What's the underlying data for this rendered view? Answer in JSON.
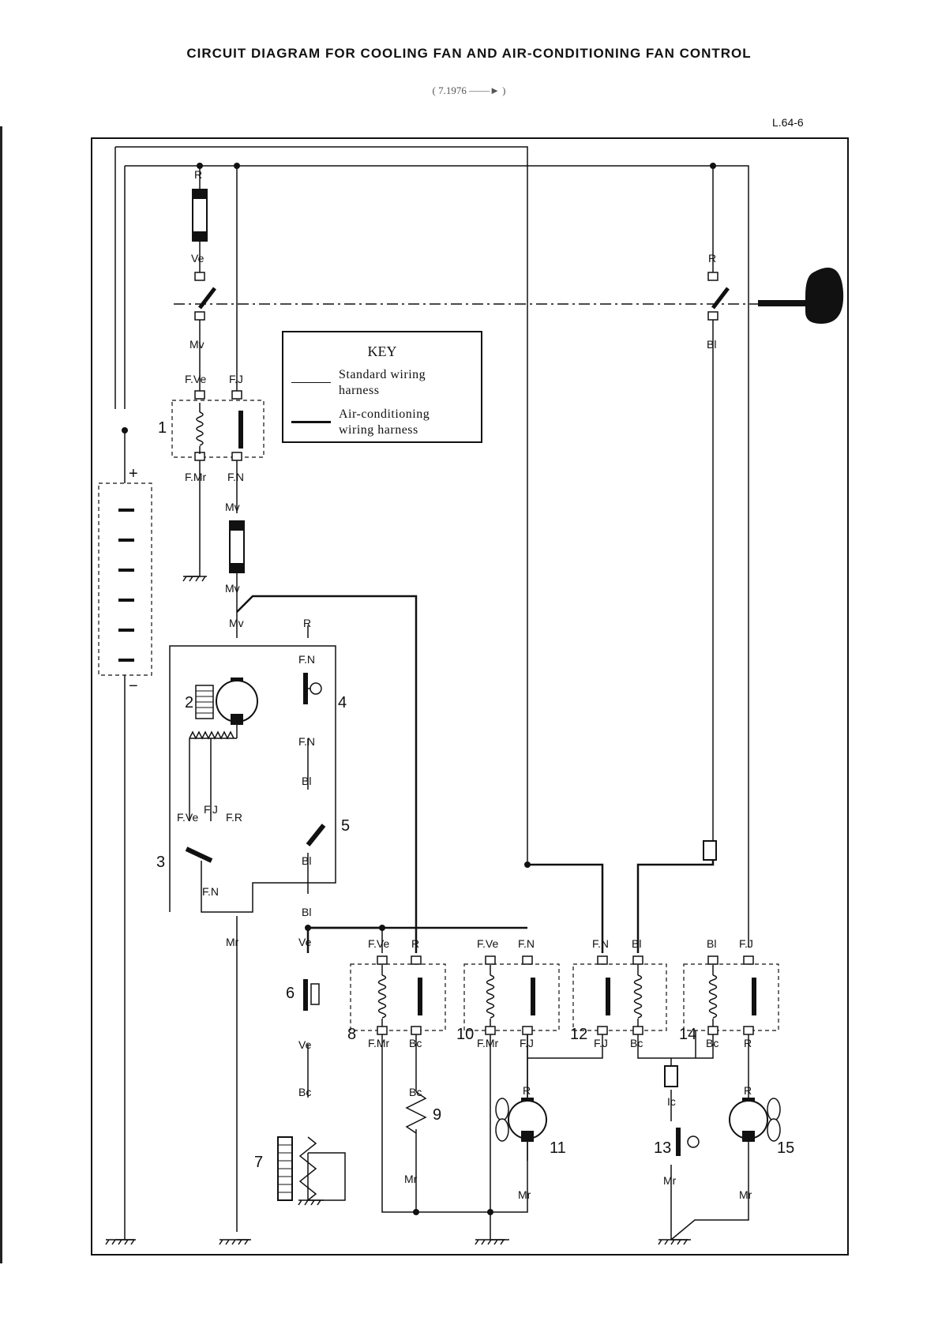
{
  "title": "CIRCUIT DIAGRAM FOR COOLING FAN AND AIR-CONDITIONING FAN CONTROL",
  "subtitle": "( 7.1976 ——► )",
  "reference": "L.64-6",
  "key": {
    "title": "KEY",
    "standard": "Standard wiring harness",
    "aircon": "Air-conditioning wiring harness"
  },
  "battery": {
    "plus": "+",
    "minus": "−"
  },
  "component_numbers": [
    "1",
    "2",
    "3",
    "4",
    "5",
    "6",
    "7",
    "8",
    "9",
    "10",
    "11",
    "12",
    "13",
    "14",
    "15"
  ],
  "wire_labels": {
    "r_top": "R",
    "ve_top": "Ve",
    "mv_sw": "Mv",
    "fve_1": "F.Ve",
    "fj_1": "F.J",
    "fmr_1": "F.Mr",
    "fn_1": "F.N",
    "mv_fuse_top": "Mv",
    "mv_fuse_bot": "Mv",
    "mv_conn": "Mv",
    "r_4": "R",
    "fn_4a": "F.N",
    "fn_4b": "F.N",
    "bl_5a": "Bl",
    "bl_5b": "Bl",
    "bl_5c": "Bl",
    "fve_2": "F.Ve",
    "fj_2": "F.J",
    "fr_2": "F.R",
    "fn_3": "F.N",
    "mr_3": "Mr",
    "ve_6a": "Ve",
    "ve_6b": "Ve",
    "bc_7": "Bc",
    "fve_8": "F.Ve",
    "r_8": "R",
    "fmr_8": "F.Mr",
    "bc_8": "Bc",
    "bc_9": "Bc",
    "mr_9": "Mr",
    "fve_10": "F.Ve",
    "fn_10": "F.N",
    "fmr_10": "F.Mr",
    "fj_10": "F.J",
    "r_11": "R",
    "mr_11": "Mr",
    "fn_12": "F.N",
    "bl_12": "Bl",
    "fj_12": "F.J",
    "bc_12": "Bc",
    "ic_13": "Ic",
    "mr_13": "Mr",
    "bl_14": "Bl",
    "fj_14": "F.J",
    "bc_14": "Bc",
    "r_14": "R",
    "r_15": "R",
    "mr_15": "Mr",
    "r_ign": "R",
    "bl_ign": "Bl"
  }
}
